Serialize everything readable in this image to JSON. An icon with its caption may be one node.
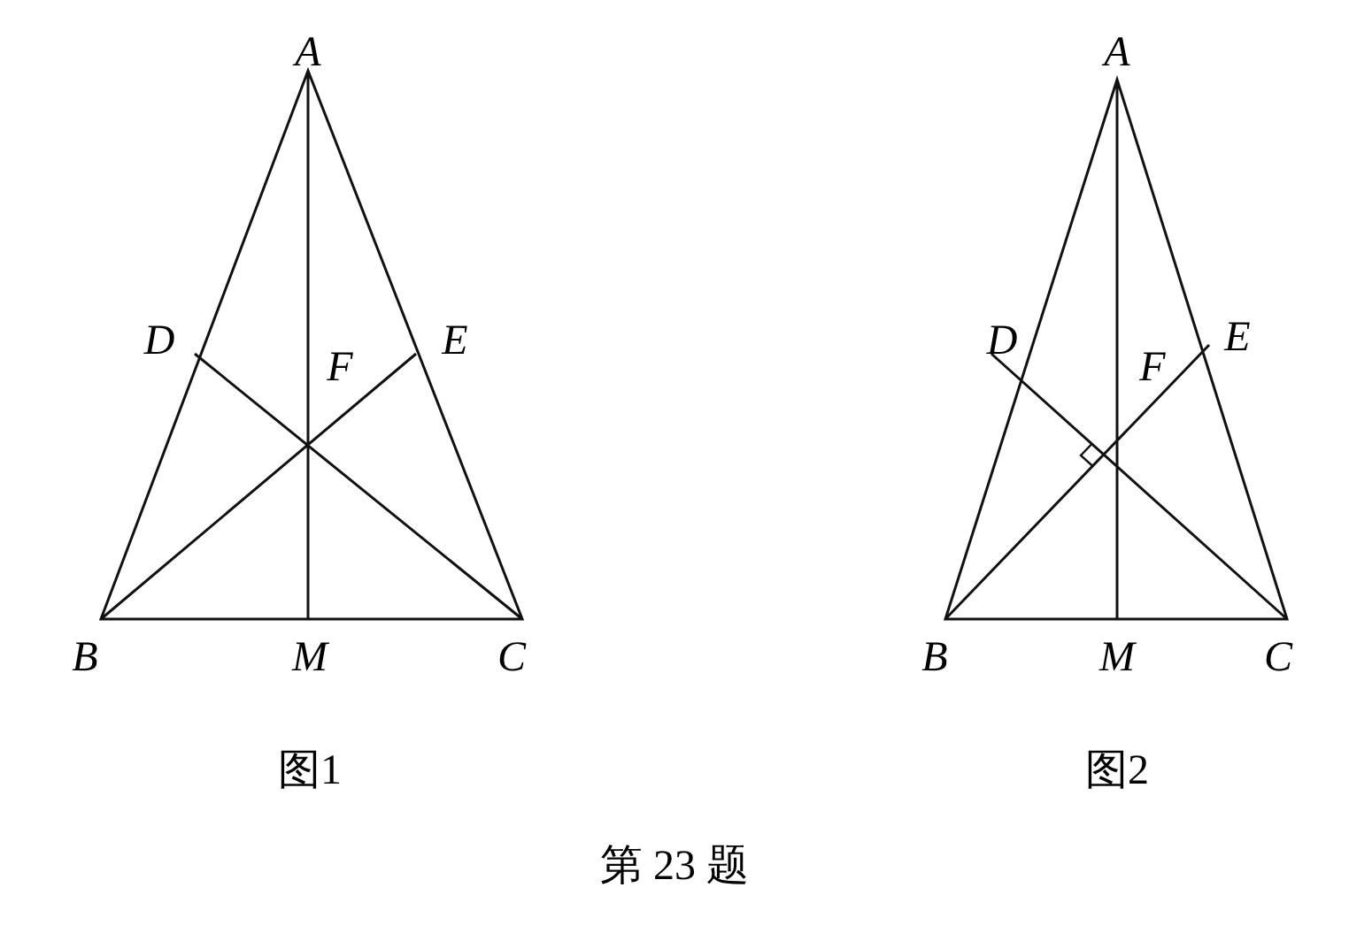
{
  "diagram": {
    "caption": "第 23 题",
    "labels": [
      "A",
      "D",
      "F",
      "E",
      "B",
      "M",
      "C",
      "图1",
      "A",
      "D",
      "F",
      "E",
      "B",
      "M",
      "C",
      "图2"
    ]
  }
}
